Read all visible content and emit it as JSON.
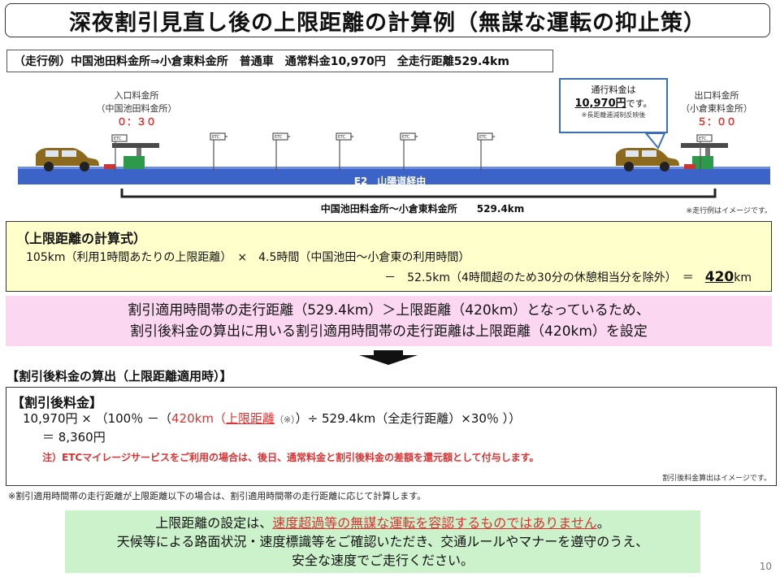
{
  "title": "深夜割引見直し後の上限距離の計算例（無謀な運転の抑止策）",
  "route": "（走行例）中国池田料金所⇒小倉東料金所　普通車　通常料金10,970円　全走行距離529.4km",
  "entry": {
    "label": "入口料金所",
    "name": "（中国池田料金所）",
    "time": "０：３０"
  },
  "exit": {
    "label": "出口料金所",
    "name": "（小倉東料金所）",
    "time": "５：００"
  },
  "callout": {
    "line1": "通行料金は",
    "fee": "10,970円",
    "suffix": "です。",
    "note": "※長距離逓減制反映後"
  },
  "etc_label": "ETC",
  "road_label": "E2　山陽道経由",
  "span_label": "中国池田料金所～小倉東料金所　　529.4km",
  "image_note": "※走行例はイメージです。",
  "formula": {
    "heading": "（上限距離の計算式）",
    "line1": "105km（利用1時間あたりの上限距離）　×　4.5時間（中国池田～小倉東の利用時間）",
    "line2_pre": "－　52.5km（4時間超のため30分の休憩相当分を除外）　＝　",
    "line2_big": "420",
    "line2_unit": "km"
  },
  "pink": {
    "line1": "割引適用時間帯の走行距離（529.4km）＞上限距離（420km）となっているため、",
    "line2": "割引後料金の算出に用いる割引適用時間帯の走行距離は上限距離（420km）を設定"
  },
  "calc": {
    "section_heading": "【割引後料金の算出（上限距離適用時）】",
    "heading": "【割引後料金】",
    "l1_a": "10,970円 × （100％ －（",
    "l1_red": "420km（",
    "l1_redu": "上限距離",
    "l1_small": "（※）",
    "l1_b": "）÷ 529.4km（全走行距離）×30％ ））",
    "l2": "＝ 8,360円",
    "note": "注）ETCマイレージサービスをご利用の場合は、後日、通常料金と割引後料金の差額を還元額として付与します。",
    "image_note": "割引後料金算出はイメージです。"
  },
  "footnote": "※割引適用時間帯の走行距離が上限距離以下の場合は、割引適用時間帯の走行距離に応じて計算します。",
  "green": {
    "l1_pre": "上限距離の設定は、",
    "l1_warn": "速度超過等の無謀な運転を容認するものではありません",
    "l1_post": "。",
    "l2": "天候等による路面状況・速度標識等をご確認いただき、交通ルールやマナーを遵守のうえ、",
    "l3": "安全な速度でご走行ください。"
  },
  "page_number": "10",
  "colors": {
    "road": "#3c63c8",
    "callout_border": "#3b6fb6",
    "formula_bg": "#ffffcc",
    "pink_bg": "#fbd7f2",
    "green_bg": "#ccf2cc",
    "red": "#e03030"
  }
}
